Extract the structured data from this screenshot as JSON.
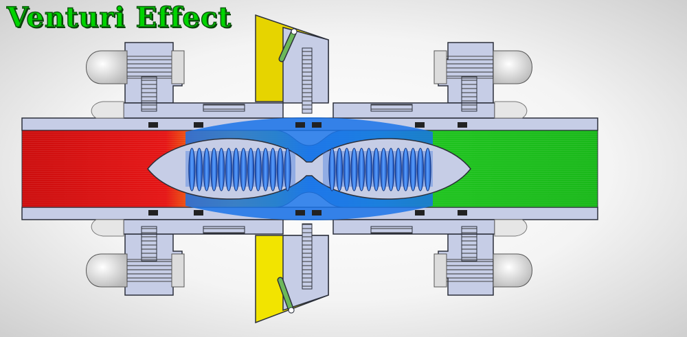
{
  "title": "Venturi Effect",
  "colors": {
    "title": "#00d400",
    "body": "#c6cde6",
    "body_stroke": "#2b2f3a",
    "flow_high": "#e01010",
    "flow_mid": "#f2c400",
    "flow_low": "#1fc41f",
    "throat": "#1a73e8",
    "spring": "#1e64d8",
    "reservoir": "#e9d800",
    "lever": "#6cb85a",
    "nut": "#e2e2e2"
  },
  "icons": [
    "spring-coil",
    "hex-nut",
    "cap-nut",
    "pivot-lever"
  ]
}
